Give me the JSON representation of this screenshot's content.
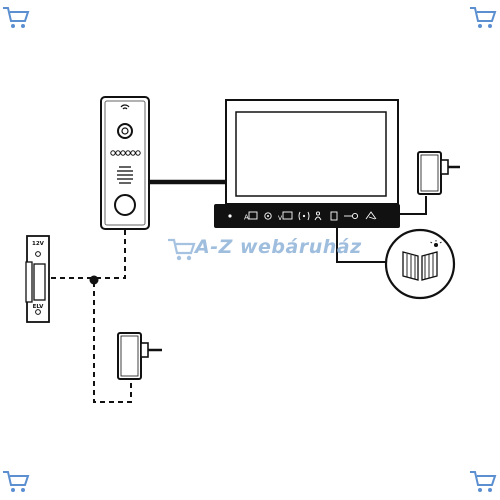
{
  "watermark": {
    "text": "A-Z webáruház",
    "color": "#8fb3d9"
  },
  "lock_labels": {
    "top": "12V",
    "bottom": "ELV"
  },
  "monitor_buttons": [
    "power-icon",
    "photo-icon",
    "camera-icon",
    "video-icon",
    "intercom-icon",
    "person-icon",
    "menu-icon",
    "unlock-icon",
    "gate-icon"
  ],
  "colors": {
    "line": "#111111",
    "panel_fill": "#f2f2f2",
    "cart_icon": "#5b8fd0"
  }
}
